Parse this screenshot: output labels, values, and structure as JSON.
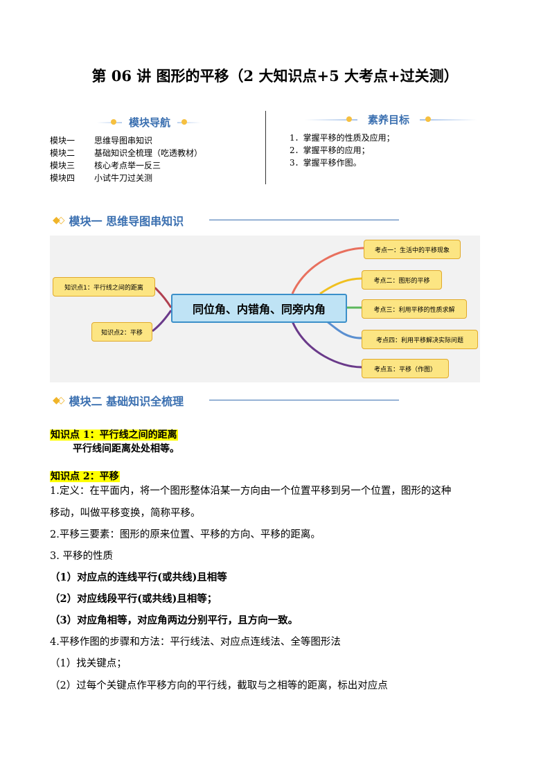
{
  "title": "第 06 讲  图形的平移（2 大知识点+5 大考点+过关测）",
  "nav": {
    "heading": "模块导航",
    "items": [
      {
        "k": "模块一",
        "v": "思维导图串知识"
      },
      {
        "k": "模块二",
        "v": "基础知识全梳理（吃透教材）"
      },
      {
        "k": "模块三",
        "v": "核心考点举一反三"
      },
      {
        "k": "模块四",
        "v": "小试牛刀过关测"
      }
    ]
  },
  "goals": {
    "heading": "素养目标",
    "items": [
      "1．掌握平移的性质及应用；",
      "2．掌握平移的应用；",
      "3．掌握平移作图。"
    ]
  },
  "section1": "模块一  思维导图串知识",
  "mindmap": {
    "center": "同位角、内错角、同旁内角",
    "left": [
      "知识点1：平行线之间的距离",
      "知识点2：平移"
    ],
    "right": [
      "考点一：生活中的平移现象",
      "考点二：图形的平移",
      "考点三：利用平移的性质求解",
      "考点四：利用平移解决实际问题",
      "考点五：平移（作图）"
    ],
    "colors": {
      "red": "#e8705e",
      "yellow": "#f0c020",
      "green": "#5cb85c",
      "blue": "#5a8fd0",
      "purple": "#6a3a8a",
      "darkred": "#b04050"
    }
  },
  "section2": "模块二  基础知识全梳理",
  "kp1": {
    "title": "知识点 1：平行线之间的距离",
    "text": "平行线间距离处处相等。"
  },
  "kp2": {
    "title": "知识点 2：平移",
    "lines": [
      "1.定义：在平面内，将一个图形整体沿某一方向由一个位置平移到另一个位置，图形的这种",
      "移动，叫做平移变换，简称平移。",
      "2.平移三要素：图形的原来位置、平移的方向、平移的距离。",
      "3.  平移的性质",
      "（1）对应点的连线平行(或共线)且相等",
      "（2）对应线段平行(或共线)且相等；",
      "（3）对应角相等，对应角两边分别平行，且方向一致。",
      "4.平移作图的步骤和方法：平行线法、对应点连线法、全等图形法",
      "（1）找关键点；",
      "（2）过每个关键点作平移方向的平行线，截取与之相等的距离，标出对应点"
    ]
  }
}
